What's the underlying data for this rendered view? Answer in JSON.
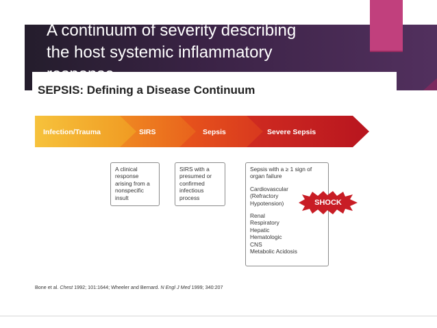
{
  "slide": {
    "title": "A continuum of severity describing\nthe host systemic inflammatory\nresponse",
    "accent_color": "#c1407d",
    "band_color": "#3b2346"
  },
  "figure": {
    "title": "SEPSIS: Defining a Disease Continuum",
    "stages": [
      {
        "label": "Infection/Trauma",
        "color": "#f0a020"
      },
      {
        "label": "SIRS",
        "color": "#ec6e1c"
      },
      {
        "label": "Sepsis",
        "color": "#e0431c"
      },
      {
        "label": "Severe Sepsis",
        "color": "#c31e23"
      }
    ],
    "descriptions": {
      "sirs": [
        "A clinical",
        "response",
        "arising from a",
        "nonspecific",
        "insult"
      ],
      "sepsis": [
        "SIRS with a",
        "presumed or",
        "confirmed",
        "infectious",
        "process"
      ],
      "severe_sepsis_header": [
        "Sepsis with a ≥ 1 sign of",
        "organ failure"
      ],
      "severe_sepsis_cardio": [
        "Cardiovascular",
        "(Refractory",
        "Hypotension)"
      ],
      "severe_sepsis_organs": [
        "Renal",
        "Respiratory",
        "Hepatic",
        "Hematologic",
        "CNS",
        "Metabolic Acidosis"
      ]
    },
    "shock_label": "SHOCK",
    "citation": {
      "part1": "Bone et al. ",
      "journal1": "Chest",
      "part2": " 1992; 101:1644; Wheeler and Bernard. ",
      "journal2": "N Engl J Med",
      "part3": " 1999; 340:207"
    }
  }
}
